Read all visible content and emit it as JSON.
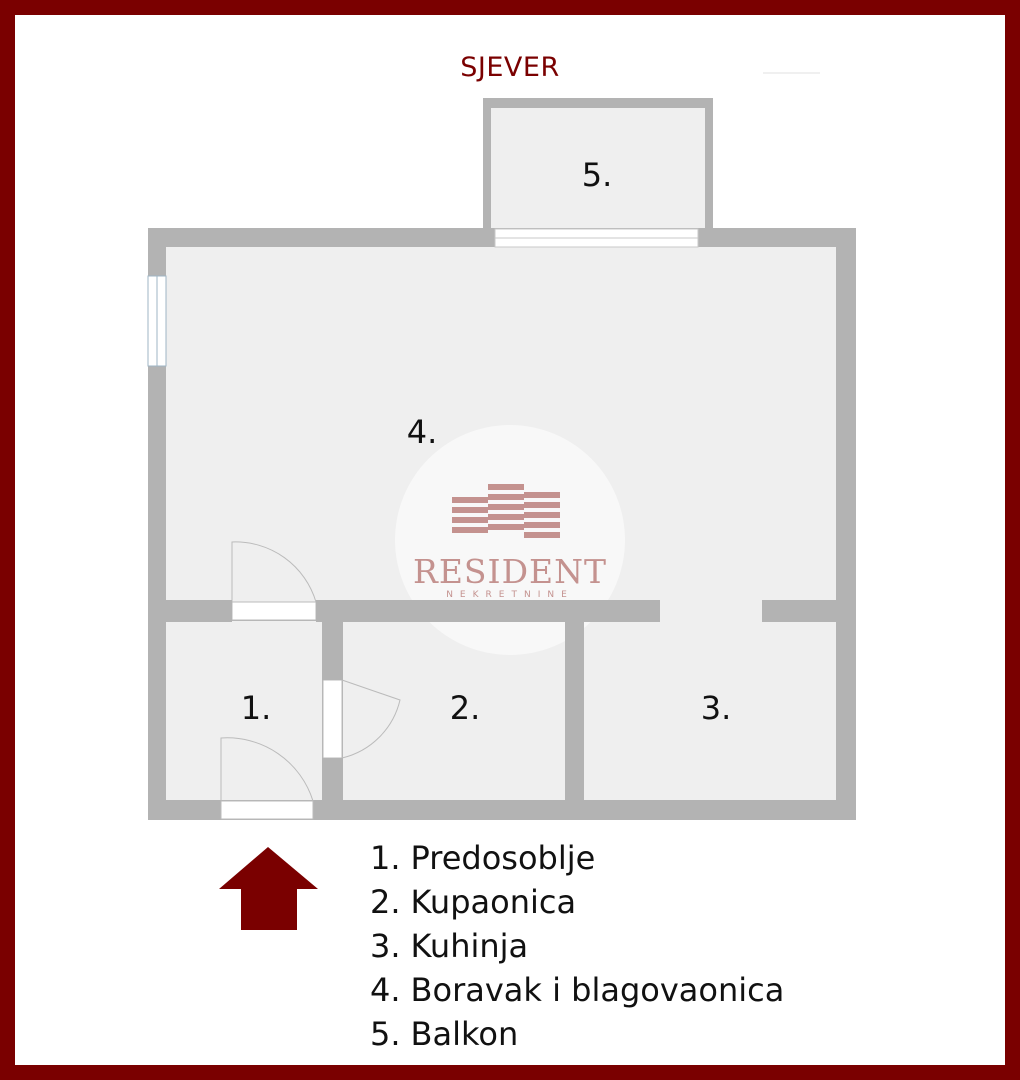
{
  "compass": {
    "label": "SJEVER"
  },
  "rooms": [
    {
      "number": "1."
    },
    {
      "number": "2."
    },
    {
      "number": "3."
    },
    {
      "number": "4."
    },
    {
      "number": "5."
    }
  ],
  "legend": [
    {
      "number": "1.",
      "name": "Predosoblje"
    },
    {
      "number": "2.",
      "name": "Kupaonica"
    },
    {
      "number": "3.",
      "name": "Kuhinja"
    },
    {
      "number": "4.",
      "name": "Boravak i blagovaonica"
    },
    {
      "number": "5.",
      "name": "Balkon"
    }
  ],
  "watermark": {
    "brand": "RESIDENT",
    "subtitle": "NEKRETNINE"
  },
  "icons": {
    "entrance_arrow": "up-arrow-icon",
    "logo": "building-logo-icon"
  },
  "colors": {
    "frame": "#7a0000",
    "wall": "#b3b3b3",
    "floor": "#efefef",
    "watermark": "#c4928f",
    "arrow": "#7a0000"
  }
}
